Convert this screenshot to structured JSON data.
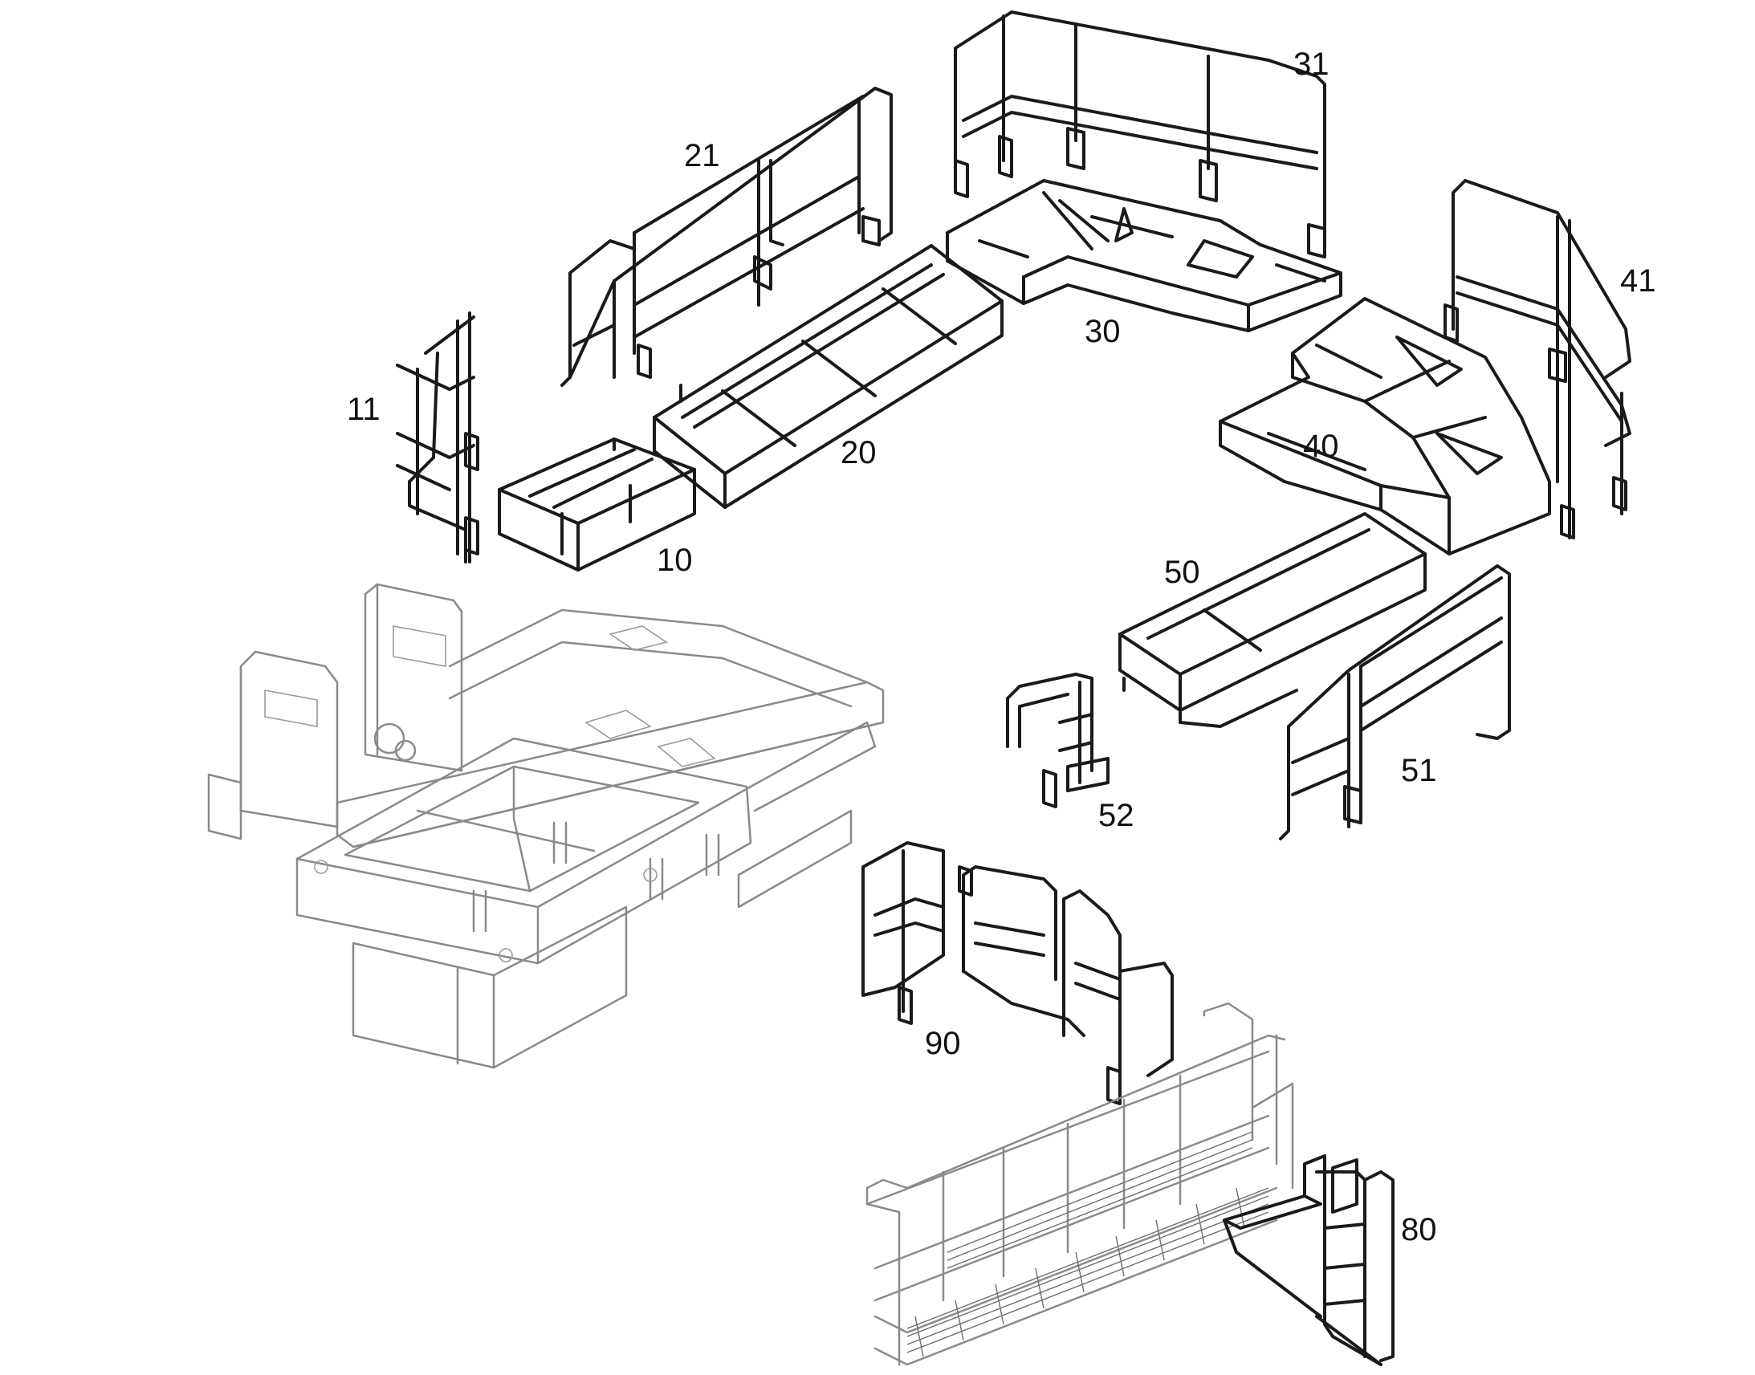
{
  "diagram": {
    "callouts": {
      "p10": "10",
      "p11": "11",
      "p20": "20",
      "p21": "21",
      "p30": "30",
      "p31": "31",
      "p40": "40",
      "p41": "41",
      "p50": "50",
      "p51": "51",
      "p52": "52",
      "p80": "80",
      "p90": "90"
    }
  }
}
